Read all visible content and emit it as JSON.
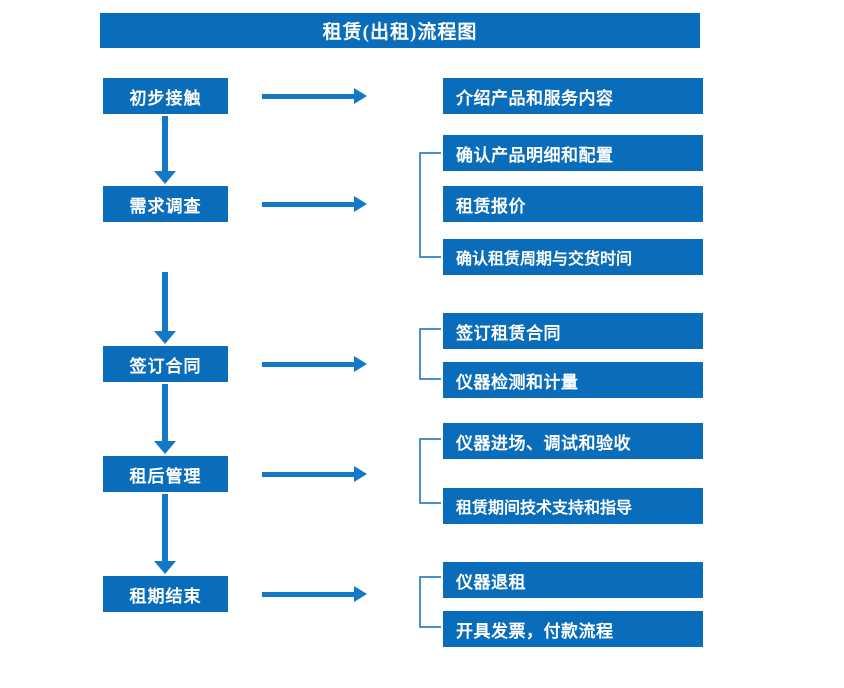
{
  "title": "租赁(出租)流程图",
  "colors": {
    "box_fill": "#0a6dbb",
    "box_text": "#ffffff",
    "arrow": "#1278c8",
    "bracket": "#4a90cf",
    "background": "#ffffff"
  },
  "stages": [
    {
      "label": "初步接触"
    },
    {
      "label": "需求调查"
    },
    {
      "label": "签订合同"
    },
    {
      "label": "租后管理"
    },
    {
      "label": "租期结束"
    }
  ],
  "details": {
    "group1": [
      {
        "label": "介绍产品和服务内容"
      }
    ],
    "group2": [
      {
        "label": "确认产品明细和配置"
      },
      {
        "label": "租赁报价"
      },
      {
        "label": "确认租赁周期与交货时间"
      }
    ],
    "group3": [
      {
        "label": "签订租赁合同"
      },
      {
        "label": "仪器检测和计量"
      }
    ],
    "group4": [
      {
        "label": "仪器进场、调试和验收"
      },
      {
        "label": "租赁期间技术支持和指导"
      }
    ],
    "group5": [
      {
        "label": "仪器退租"
      },
      {
        "label": "开具发票，付款流程"
      }
    ]
  },
  "connectors": {
    "down_arrow_name": "down-arrow-icon",
    "right_arrow_name": "right-arrow-icon",
    "bracket_name": "group-bracket"
  }
}
